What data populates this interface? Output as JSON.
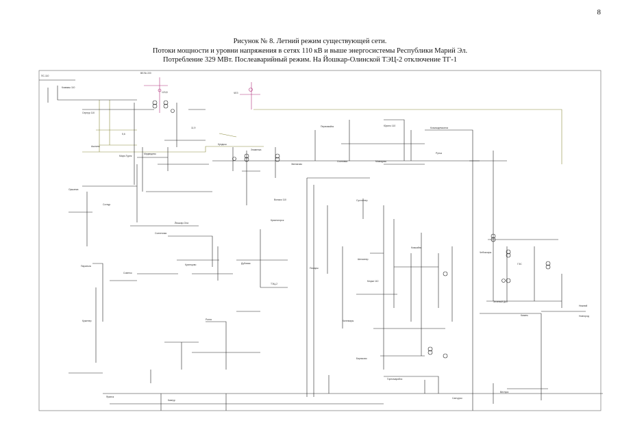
{
  "page": {
    "number": "8"
  },
  "caption": {
    "title": "Рисунок № 8. Летний режим существующей сети.",
    "line2": "Потоки мощности и уровни напряжения в сетях 110 кВ и выше энергосистемы Республики Марий Эл.",
    "line3": "Потребление 329 МВт. Послеаварийный режим. На Йошкар-Олинской ТЭЦ-2 отключение ТГ-1"
  },
  "colors": {
    "line": "#222222",
    "line_110": "#8a8a3c",
    "line_220": "#b0307a",
    "frame": "#777777"
  }
}
